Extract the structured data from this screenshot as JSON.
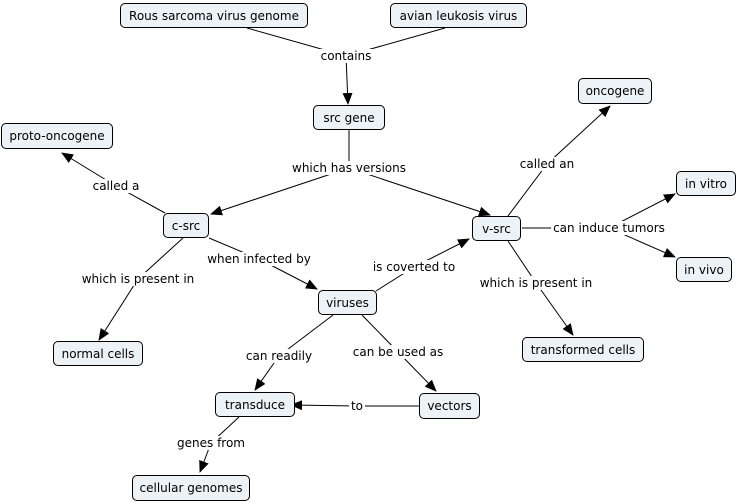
{
  "concepts": {
    "rous_sarcoma_virus_genome": "Rous sarcoma virus genome",
    "avian_leukosis_virus": "avian leukosis virus",
    "src_gene": "src gene",
    "proto_oncogene": "proto-oncogene",
    "oncogene": "oncogene",
    "c_src": "c-src",
    "v_src": "v-src",
    "in_vitro": "in vitro",
    "in_vivo": "in vivo",
    "viruses": "viruses",
    "normal_cells": "normal cells",
    "transformed_cells": "transformed cells",
    "transduce": "transduce",
    "vectors": "vectors",
    "cellular_genomes": "cellular genomes"
  },
  "linking_phrases": {
    "contains": "contains",
    "which_has_versions": "which has versions",
    "called_a": "called a",
    "called_an": "called an",
    "which_is_present_in_c": "which is present in",
    "when_infected_by": "when infected by",
    "is_coverted_to": "is coverted to",
    "which_is_present_in_v": "which is present in",
    "can_induce_tumors": "can induce tumors",
    "can_readily": "can readily",
    "can_be_used_as": "can be used as",
    "to": "to",
    "genes_from": "genes from"
  },
  "colors": {
    "node_fill": "#edf2f6",
    "node_border": "#000000",
    "line": "#000000"
  }
}
